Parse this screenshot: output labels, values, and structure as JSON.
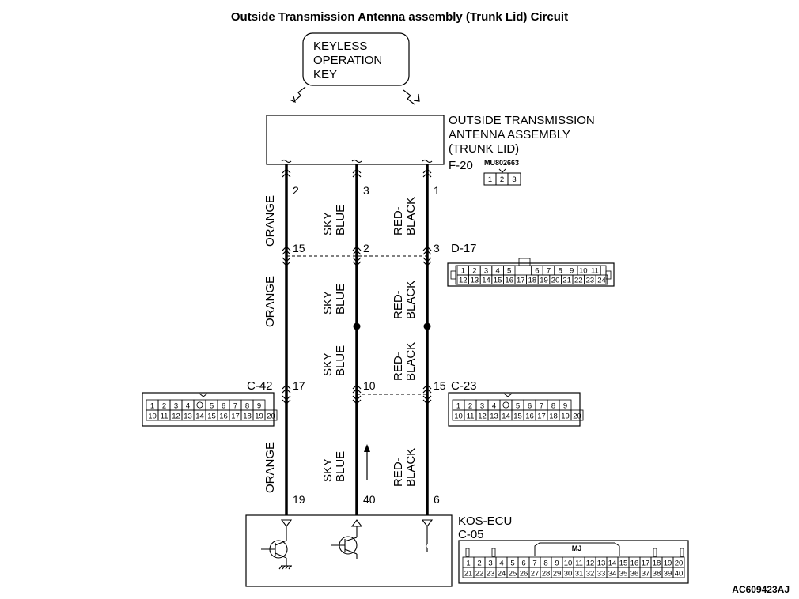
{
  "title": "Outside Transmission Antenna assembly (Trunk Lid) Circuit",
  "key_box": {
    "lines": [
      "KEYLESS",
      "OPERATION",
      "KEY"
    ]
  },
  "antenna": {
    "lines": [
      "OUTSIDE TRANSMISSION",
      "ANTENNA ASSEMBLY",
      "(TRUNK LID)"
    ],
    "connector": "F-20",
    "part_no": "MU802663",
    "pins_cells": [
      "1",
      "2",
      "3"
    ],
    "pins": [
      "2",
      "3",
      "1"
    ]
  },
  "wires": [
    {
      "color": "ORANGE"
    },
    {
      "color_lines": [
        "SKY",
        "BLUE"
      ]
    },
    {
      "color_lines": [
        "RED-",
        "BLACK"
      ]
    }
  ],
  "d17": {
    "id": "D-17",
    "pins": [
      "15",
      "2",
      "3"
    ],
    "row1": [
      "1",
      "2",
      "3",
      "4",
      "5",
      "",
      "6",
      "7",
      "8",
      "9",
      "10",
      "11"
    ],
    "row2": [
      "12",
      "13",
      "14",
      "15",
      "16",
      "17",
      "18",
      "19",
      "20",
      "21",
      "22",
      "23",
      "24"
    ]
  },
  "c42": {
    "id": "C-42",
    "pin": "17",
    "row1": [
      "1",
      "2",
      "3",
      "4",
      "",
      "5",
      "6",
      "7",
      "8",
      "9"
    ],
    "row2": [
      "10",
      "11",
      "12",
      "13",
      "14",
      "15",
      "16",
      "17",
      "18",
      "19",
      "20"
    ]
  },
  "c23": {
    "id": "C-23",
    "pins": [
      "10",
      "15"
    ],
    "row1": [
      "1",
      "2",
      "3",
      "4",
      "",
      "5",
      "6",
      "7",
      "8",
      "9"
    ],
    "row2": [
      "10",
      "11",
      "12",
      "13",
      "14",
      "15",
      "16",
      "17",
      "18",
      "19",
      "20"
    ]
  },
  "ecu": {
    "name": "KOS-ECU",
    "connector": "C-05",
    "pins": [
      "19",
      "40",
      "6"
    ],
    "mj": "MJ",
    "row1": [
      "1",
      "2",
      "3",
      "4",
      "5",
      "6",
      "7",
      "8",
      "9",
      "10",
      "11",
      "12",
      "13",
      "14",
      "15",
      "16",
      "17",
      "18",
      "19",
      "20"
    ],
    "row2": [
      "21",
      "22",
      "23",
      "24",
      "25",
      "26",
      "27",
      "28",
      "29",
      "30",
      "31",
      "32",
      "33",
      "34",
      "35",
      "36",
      "37",
      "38",
      "39",
      "40"
    ]
  },
  "figure_code": "AC609423AJ"
}
